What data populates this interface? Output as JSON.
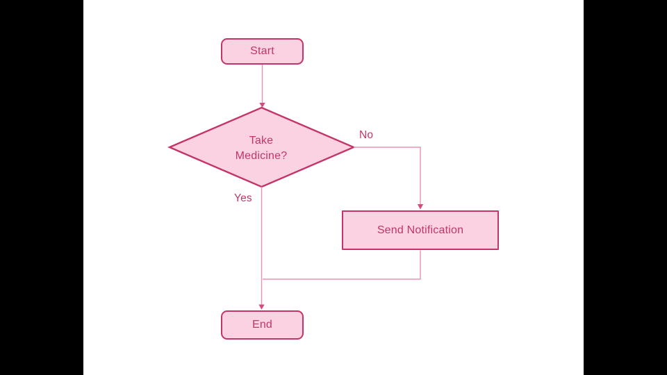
{
  "slide": {
    "background": "#ffffff",
    "letterbox_color": "#000000",
    "aspect_note": "4:3 slide letterboxed in 16:9 frame"
  },
  "colors": {
    "node_fill": "#FAD2E1",
    "node_border": "#C43369",
    "node_text": "#C23568",
    "connector": "#EC8FB2",
    "arrowhead": "#CE4E80"
  },
  "flowchart": {
    "nodes": {
      "start": {
        "shape": "rounded-rectangle",
        "label": "Start"
      },
      "decision": {
        "shape": "diamond",
        "label_line1": "Take",
        "label_line2": "Medicine?"
      },
      "send_notification": {
        "shape": "rectangle",
        "label": "Send Notification"
      },
      "end": {
        "shape": "rounded-rectangle",
        "label": "End"
      }
    },
    "edges": [
      {
        "from": "start",
        "to": "decision",
        "label": ""
      },
      {
        "from": "decision",
        "to": "send_notification",
        "label": "No"
      },
      {
        "from": "decision",
        "to": "end",
        "label": "Yes"
      },
      {
        "from": "send_notification",
        "to": "end",
        "label": ""
      }
    ]
  }
}
